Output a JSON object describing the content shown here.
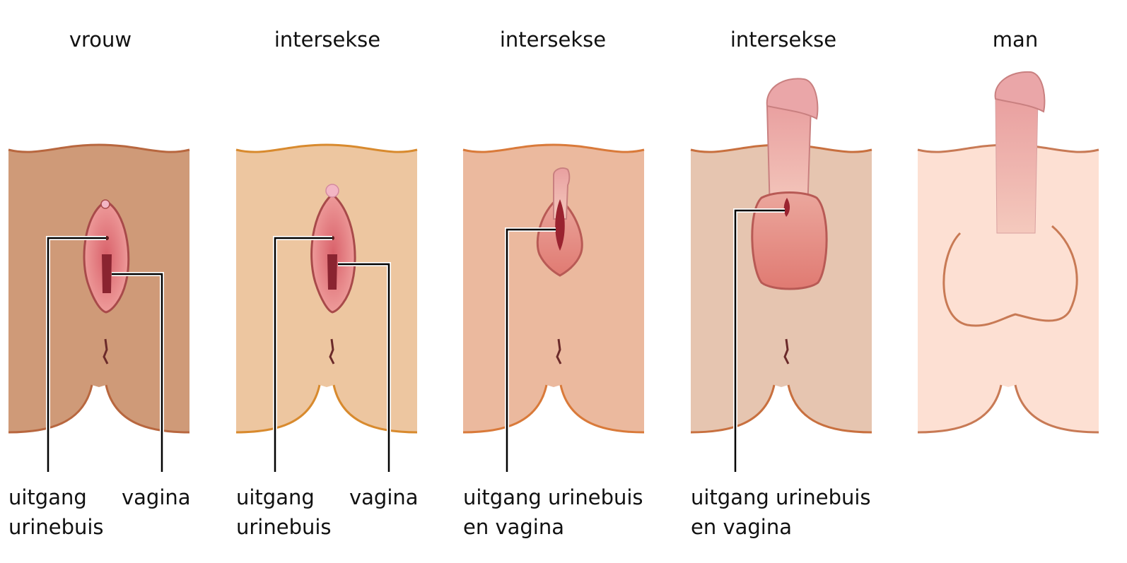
{
  "panels": [
    {
      "title": "vrouw",
      "labels": {
        "urethra_line1": "uitgang",
        "urethra_line2": "urinebuis",
        "vagina": "vagina"
      },
      "skin": "#cf9a78",
      "edge": "#b8673f"
    },
    {
      "title": "intersekse",
      "labels": {
        "urethra_line1": "uitgang",
        "urethra_line2": "urinebuis",
        "vagina": "vagina"
      },
      "skin": "#edc6a0",
      "edge": "#d88a2e"
    },
    {
      "title": "intersekse",
      "labels": {
        "line1": "uitgang urinebuis",
        "line2": "en vagina"
      },
      "skin": "#ebb99e",
      "edge": "#d97a3a"
    },
    {
      "title": "intersekse",
      "labels": {
        "line1": "uitgang urinebuis",
        "line2": "en vagina"
      },
      "skin": "#e6c5b0",
      "edge": "#c8703f"
    },
    {
      "title": "man",
      "skin": "#fde0d3",
      "edge": "#c87a55"
    }
  ]
}
